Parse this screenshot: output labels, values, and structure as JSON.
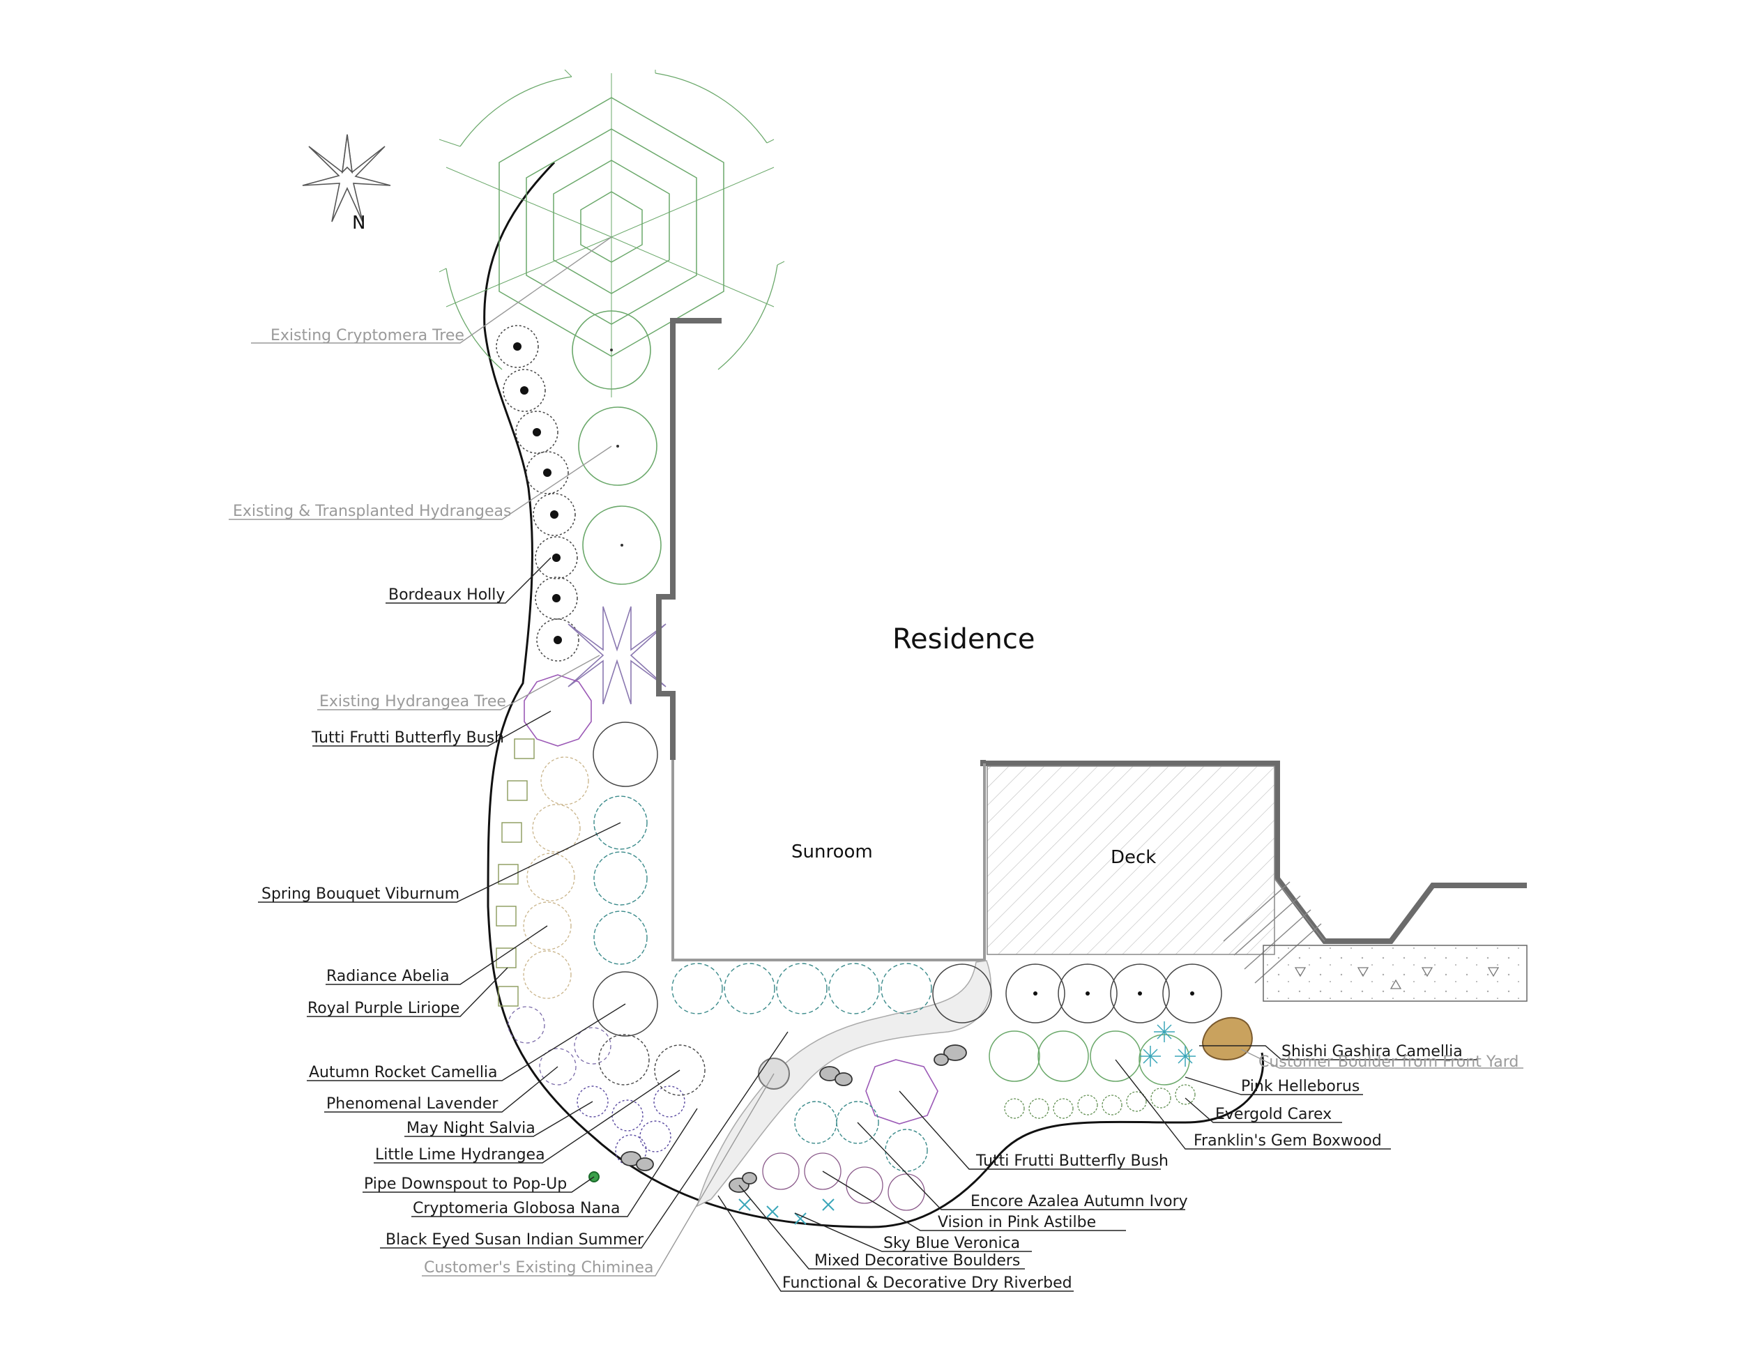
{
  "structures": {
    "residence": "Residence",
    "sunroom": "Sunroom",
    "deck": "Deck"
  },
  "compass": {
    "north_label": "N"
  },
  "labels": {
    "existing_cryptomera_tree": "Existing Cryptomera Tree",
    "existing_transplanted_hydrangeas": "Existing & Transplanted Hydrangeas",
    "bordeaux_holly": "Bordeaux Holly",
    "existing_hydrangea_tree": "Existing Hydrangea Tree",
    "tutti_frutti_butterfly_bush_left": "Tutti Frutti Butterfly Bush",
    "spring_bouquet_viburnum": "Spring Bouquet Viburnum",
    "radiance_abelia": "Radiance Abelia",
    "royal_purple_liriope": "Royal Purple Liriope",
    "autumn_rocket_camellia": "Autumn Rocket Camellia",
    "phenomenal_lavender": "Phenomenal Lavender",
    "may_night_salvia": "May Night Salvia",
    "little_lime_hydrangea": "Little Lime Hydrangea",
    "pipe_downspout": "Pipe Downspout to Pop-Up",
    "cryptomeria_globosa_nana": "Cryptomeria Globosa Nana",
    "black_eyed_susan": "Black Eyed Susan Indian Summer",
    "customers_existing_chiminea": "Customer's Existing Chiminea",
    "shishi_gashira_camellia": "Shishi Gashira Camellia",
    "customer_boulder": "Customer Boulder from Front Yard",
    "pink_helleborus": "Pink Helleborus",
    "evergold_carex": "Evergold Carex",
    "franklins_gem_boxwood": "Franklin's Gem Boxwood",
    "tutti_frutti_butterfly_bush_right": "Tutti Frutti Butterfly Bush",
    "encore_azalea": "Encore Azalea Autumn Ivory",
    "vision_in_pink_astilbe": "Vision in Pink Astilbe",
    "sky_blue_veronica": "Sky Blue Veronica",
    "mixed_decorative_boulders": "Mixed Decorative Boulders",
    "dry_riverbed": "Functional & Decorative Dry Riverbed"
  },
  "colors": {
    "existing_plant": "#6aa86a",
    "new_plant": "#222222",
    "wall": "#6b6b6b",
    "label_existing": "#9a9a9a",
    "label_new": "#1a1a1a",
    "helleborus": "#3aa6b9",
    "hydrangea_tree": "#8a78b0",
    "butterfly_bush": "#9b59b6",
    "abelia": "#c9b48a",
    "boulder": "#c9a25e"
  }
}
